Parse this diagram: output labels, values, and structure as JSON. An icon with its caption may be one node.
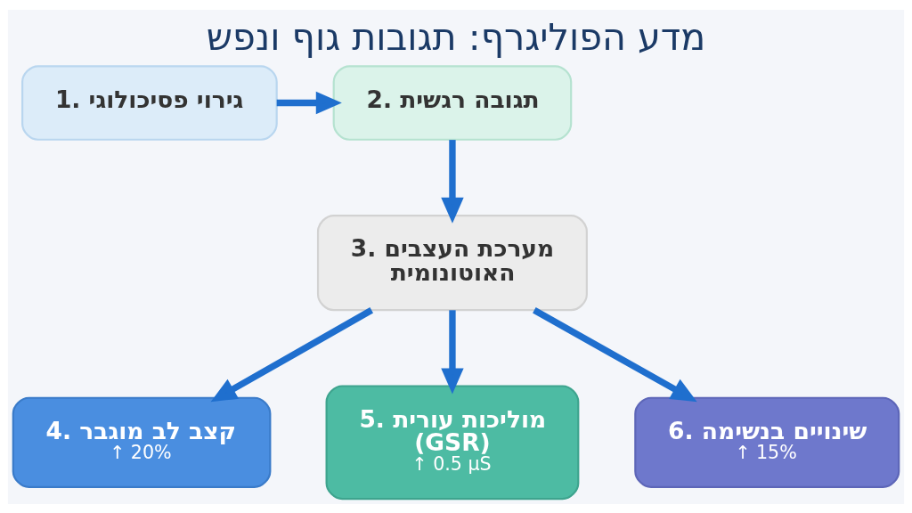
{
  "diagram": {
    "title": "מדע הפוליגרף: תגובות גוף ונפש",
    "nodes": [
      {
        "text": [
          "1. גירוי פסיכולוגי"
        ]
      },
      {
        "text": [
          "2. תגובה רגשית"
        ]
      },
      {
        "text": [
          "3. מערכת העצבים האוטונומית"
        ]
      },
      {
        "text": [
          "4. קצב לב מוגבר",
          "↑ 20%"
        ]
      },
      {
        "text": [
          "5. מוליכות עורית (GSR)",
          "↑ 0.5 µS"
        ]
      },
      {
        "text": [
          "6. שינויים בנשימה",
          "↑ 15%"
        ]
      }
    ],
    "edges": [
      {
        "from": 0,
        "to": 1,
        "arrow": "to"
      },
      {
        "from": 1,
        "to": 2,
        "arrow": "to"
      },
      {
        "from": 2,
        "to": 3,
        "arrow": "to"
      },
      {
        "from": 2,
        "to": 4,
        "arrow": "to"
      },
      {
        "from": 2,
        "to": 5,
        "arrow": "to"
      }
    ]
  }
}
